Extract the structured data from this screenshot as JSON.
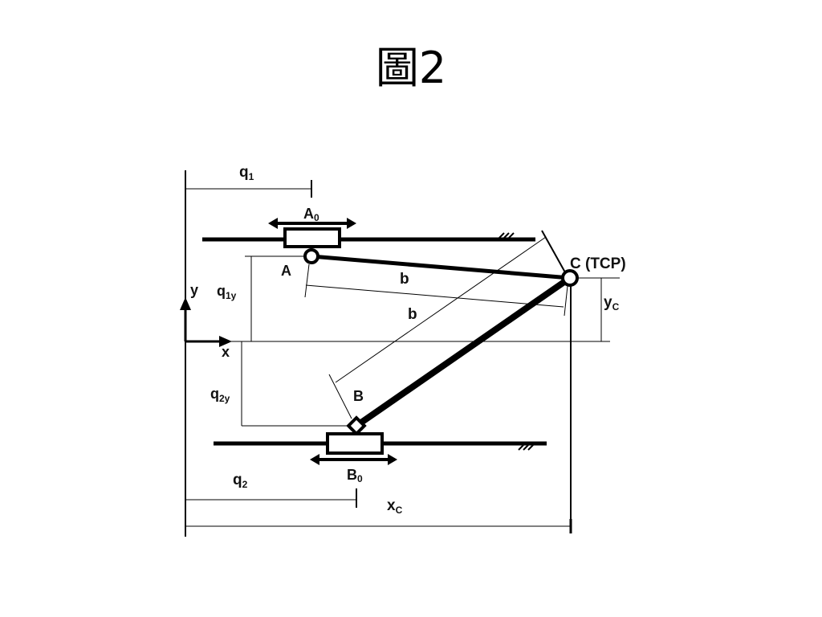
{
  "slide": {
    "title": "圖2"
  },
  "labels": {
    "q1": "q",
    "q1_sub": "1",
    "a0": "A",
    "a0_sub": "0",
    "a": "A",
    "c": "C (TCP)",
    "b_upper": "b",
    "b_lower": "b",
    "y_axis": "y",
    "x_axis": "x",
    "q1y": "q",
    "q1y_sub": "1y",
    "yc": "y",
    "yc_sub": "C",
    "bpt": "B",
    "q2y": "q",
    "q2y_sub": "2y",
    "b0": "B",
    "b0_sub": "0",
    "q2": "q",
    "q2_sub": "2",
    "xc": "x",
    "xc_sub": "C"
  }
}
